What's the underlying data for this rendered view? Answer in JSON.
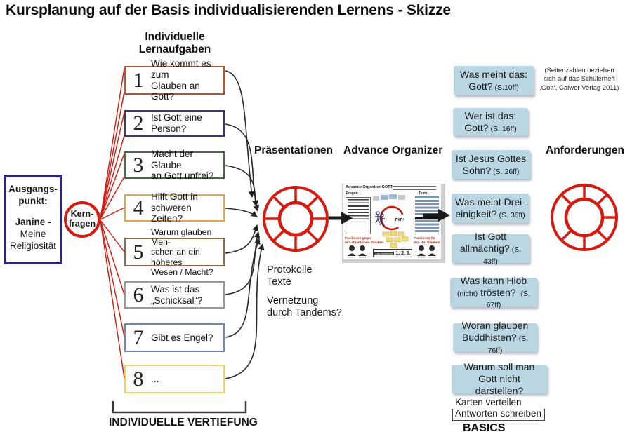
{
  "colors": {
    "red": "#d7190f",
    "navy": "#2b2878",
    "blue_box_bg": "#bad6e2"
  },
  "title": "Kursplanung auf der Basis individualisierenden Lernens - Skizze",
  "start": {
    "top": "Ausgangs-\npunkt:",
    "name": "Janine -",
    "sub": "Meine\nReligiosität"
  },
  "core": {
    "label": "Kern-\nfragen"
  },
  "tasks": {
    "header": "Individuelle\nLernaufgaben",
    "footer": "INDIVIDUELLE VERTIEFUNG",
    "items": [
      {
        "num": "1",
        "text": "Wie kommt es zum\nGlauben an Gott?",
        "color": "#c94a33"
      },
      {
        "num": "2",
        "text": "Ist Gott eine\nPerson?",
        "color": "#3c3783"
      },
      {
        "num": "3",
        "text": "Macht der Glaube\nan Gott unfrei?",
        "color": "#4a6a45"
      },
      {
        "num": "4",
        "text": "Hilft Gott in\nschweren Zeiten?",
        "color": "#dfa851"
      },
      {
        "num": "5",
        "text": "Warum glauben Men-\nschen an ein höheres\nWesen / Macht?",
        "color": "#8f6c49"
      },
      {
        "num": "6",
        "text": "Was ist das\n„Schicksal“?",
        "color": "#9a9a9a"
      },
      {
        "num": "7",
        "text": "Gibt es Engel?",
        "color": "#7089ba"
      },
      {
        "num": "8",
        "text": "...",
        "color": "#f3d44a"
      }
    ]
  },
  "middle": {
    "praesentationen": "Präsentationen",
    "protokolle": "Protokolle\nTexte",
    "vernetzung": "Vernetzung\ndurch Tandems?"
  },
  "ao": {
    "header": "Advance Organizer",
    "poster": {
      "title": "Advance Organizer GOTT",
      "fragen": "Fragen...",
      "texte": "Texte...",
      "gegen": "Positionen gegen\nden christlichen Glauben",
      "fuer": "Positionen für\nden chr. Glauben",
      "argumentieren": "Argumentieren",
      "argument_numbers": "1. 2. 3.",
      "hebrew": "יהוה"
    }
  },
  "right": {
    "note": "(Seitenzahlen beziehen\nsich auf das Schülerheft\n‚Gott‘, Calwer Verlag 2011)",
    "header": "Anforderungen",
    "boxes": [
      {
        "main": "Was meint das:\nGott?",
        "ref": "(S.10ff)"
      },
      {
        "main": "Wer ist das:\nGott?",
        "ref": "(S. 16ff)"
      },
      {
        "main": "Ist Jesus Gottes\nSohn?",
        "ref": "(S. 26ff)"
      },
      {
        "main": "Was meint Drei-\neinigkeit?",
        "ref": "(S. 36ff)"
      },
      {
        "main": "Ist Gott\nallmächtig?",
        "ref": "(S. 43ff)"
      },
      {
        "main": "Was kann Hiob",
        "small": "(nicht)",
        "big": "trösten?",
        "ref": "(S. 67ff)"
      },
      {
        "main": "Woran glauben\nBuddhisten?",
        "ref": "(S. 76ff)"
      },
      {
        "main": "Warum soll man\nGott nicht darstellen?",
        "ref": ""
      }
    ],
    "karten": "Karten verteilen",
    "antworten": "Antworten schreiben",
    "basics": "BASICS"
  }
}
